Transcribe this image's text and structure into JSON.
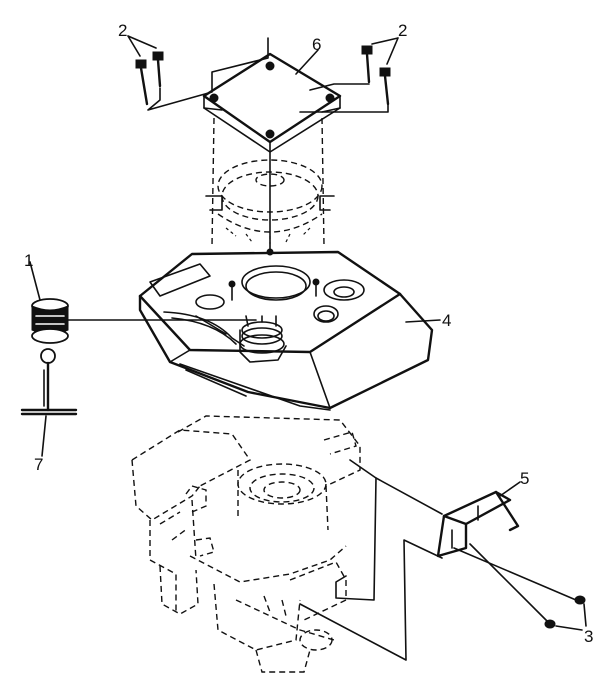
{
  "labels": {
    "screws_left": "2",
    "screws_right": "2",
    "cover_plate": "6",
    "oil_cap": "1",
    "dipstick": "7",
    "shroud": "4",
    "bracket": "5",
    "screws_bottom": "3"
  }
}
